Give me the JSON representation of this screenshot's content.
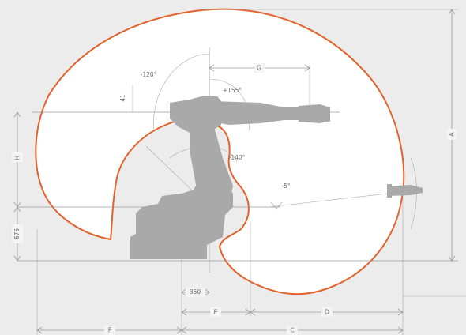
{
  "diagram": {
    "labels": {
      "A": "A",
      "C": "C",
      "D": "D",
      "E": "E",
      "F": "F",
      "G": "G",
      "H": "H",
      "dim_350": "350",
      "dim_675": "675",
      "dim_41": "41",
      "angle_neg120": "-120°",
      "angle_pos155": "+155°",
      "angle_neg140": "-140°",
      "angle_neg5": "-5°"
    },
    "colors": {
      "background": "#ececec",
      "envelope_stroke": "#e2622b",
      "envelope_fill": "#ffffff",
      "robot": "#a9a9a9",
      "dimension_lines": "#9a9a9a"
    }
  }
}
